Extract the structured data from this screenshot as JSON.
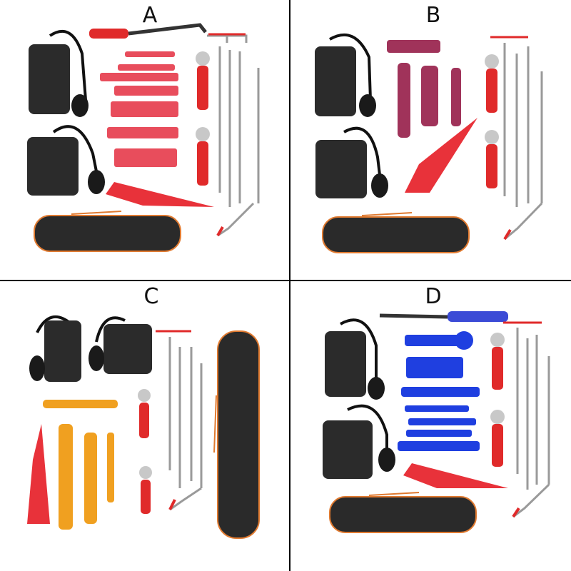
{
  "panels": [
    {
      "label": "A",
      "accent": "#e8323a",
      "trim_color": "#e84d5c"
    },
    {
      "label": "B",
      "accent": "#e8323a",
      "trim_color": "#a0335a"
    },
    {
      "label": "C",
      "accent": "#e8323a",
      "trim_color": "#f0a020"
    },
    {
      "label": "D",
      "accent": "#e8323a",
      "trim_color": "#1f3fe0"
    }
  ],
  "colors": {
    "divider": "#000000",
    "bag_body": "#2a2a2a",
    "bag_trim": "#e07a30",
    "air_wedge": "#2b2b2b",
    "rod": "#9a9a9a",
    "handle_red": "#e02a2a",
    "wrench_head": "#c8c8c8"
  }
}
